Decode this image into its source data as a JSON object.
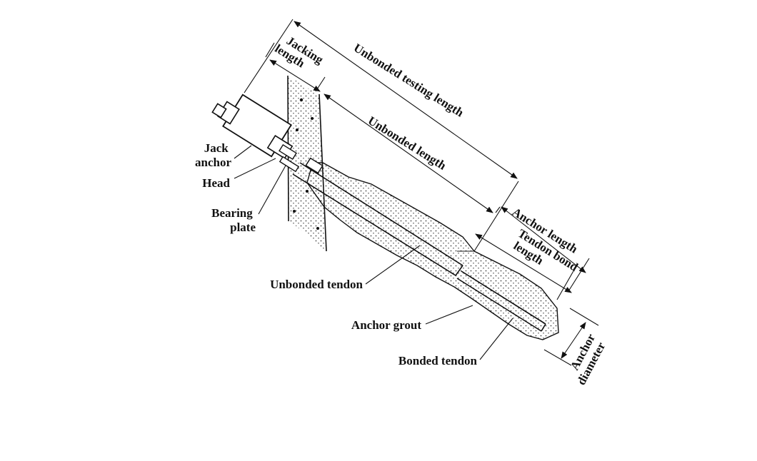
{
  "labels": {
    "jacking_length": [
      "Jacking",
      "length"
    ],
    "unbonded_testing_length": "Unbonded testing length",
    "unbonded_length": "Unbonded length",
    "anchor_length": "Anchor length",
    "tendon_bond_length": [
      "Tendon bond",
      "length"
    ],
    "anchor_diameter": [
      "Anchor",
      "diameter"
    ],
    "jack_anchor": [
      "Jack",
      "anchor"
    ],
    "head": "Head",
    "bearing_plate": [
      "Bearing",
      "plate"
    ],
    "unbonded_tendon": "Unbonded tendon",
    "anchor_grout": "Anchor grout",
    "bonded_tendon": "Bonded tendon"
  },
  "colors": {
    "ink": "#111111",
    "background": "#ffffff"
  }
}
